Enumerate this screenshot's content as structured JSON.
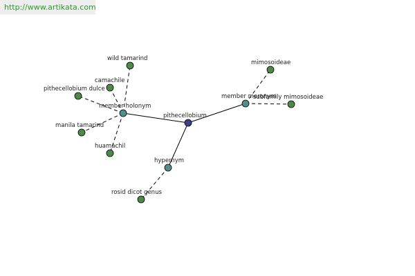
{
  "source_link": {
    "text": "http://www.artikata.com"
  },
  "colors": {
    "center": "#3a3f8a",
    "relation": "#4e8f8c",
    "leaf": "#4e8a47",
    "link_text": "#2e9a2e"
  },
  "graph": {
    "nodes": [
      {
        "id": "pithecellobium",
        "label": "pithecellobium",
        "kind": "center"
      },
      {
        "id": "member-holonym",
        "label": "member holonym",
        "kind": "relation"
      },
      {
        "id": "member-meronym",
        "label": "member meronym",
        "kind": "relation"
      },
      {
        "id": "hypernym",
        "label": "hypernym",
        "kind": "relation"
      },
      {
        "id": "wild-tamarind",
        "label": "wild tamarind",
        "kind": "leaf"
      },
      {
        "id": "camachile",
        "label": "camachile",
        "kind": "leaf"
      },
      {
        "id": "pithecellobium-dulce",
        "label": "pithecellobium dulce",
        "kind": "leaf"
      },
      {
        "id": "manila-tamarind",
        "label": "manila tamarind",
        "kind": "leaf"
      },
      {
        "id": "huamachil",
        "label": "huamachil",
        "kind": "leaf"
      },
      {
        "id": "mimosoideae",
        "label": "mimosoideae",
        "kind": "leaf"
      },
      {
        "id": "subfamily-mimosoideae",
        "label": "subfamily mimosoideae",
        "kind": "leaf"
      },
      {
        "id": "rosid-dicot-genus",
        "label": "rosid dicot genus",
        "kind": "leaf"
      }
    ],
    "edges": [
      {
        "from": "pithecellobium",
        "to": "member-holonym",
        "style": "solid"
      },
      {
        "from": "pithecellobium",
        "to": "member-meronym",
        "style": "solid"
      },
      {
        "from": "pithecellobium",
        "to": "hypernym",
        "style": "solid"
      },
      {
        "from": "member-holonym",
        "to": "wild-tamarind",
        "style": "dashed"
      },
      {
        "from": "member-holonym",
        "to": "camachile",
        "style": "dashed"
      },
      {
        "from": "member-holonym",
        "to": "pithecellobium-dulce",
        "style": "dashed"
      },
      {
        "from": "member-holonym",
        "to": "manila-tamarind",
        "style": "dashed"
      },
      {
        "from": "member-holonym",
        "to": "huamachil",
        "style": "dashed"
      },
      {
        "from": "member-meronym",
        "to": "mimosoideae",
        "style": "dashed"
      },
      {
        "from": "member-meronym",
        "to": "subfamily-mimosoideae",
        "style": "dashed"
      },
      {
        "from": "hypernym",
        "to": "rosid-dicot-genus",
        "style": "dashed"
      }
    ]
  }
}
